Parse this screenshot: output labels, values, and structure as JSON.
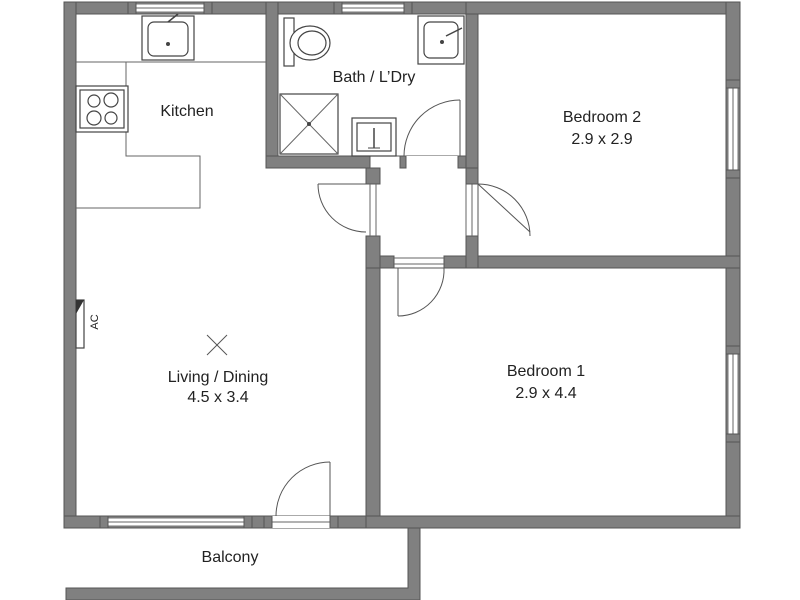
{
  "rooms": {
    "kitchen": {
      "name": "Kitchen"
    },
    "bath": {
      "name": "Bath / L’Dry"
    },
    "bedroom2": {
      "name": "Bedroom 2",
      "size": "2.9 x 2.9"
    },
    "living": {
      "name": "Living / Dining",
      "size": "4.5 x 3.4"
    },
    "bedroom1": {
      "name": "Bedroom 1",
      "size": "2.9 x 4.4"
    },
    "balcony": {
      "name": "Balcony"
    }
  },
  "fixtures": {
    "ac": {
      "label": "AC"
    }
  },
  "colors": {
    "wall": "#808080",
    "line": "#555555",
    "background": "#ffffff"
  }
}
